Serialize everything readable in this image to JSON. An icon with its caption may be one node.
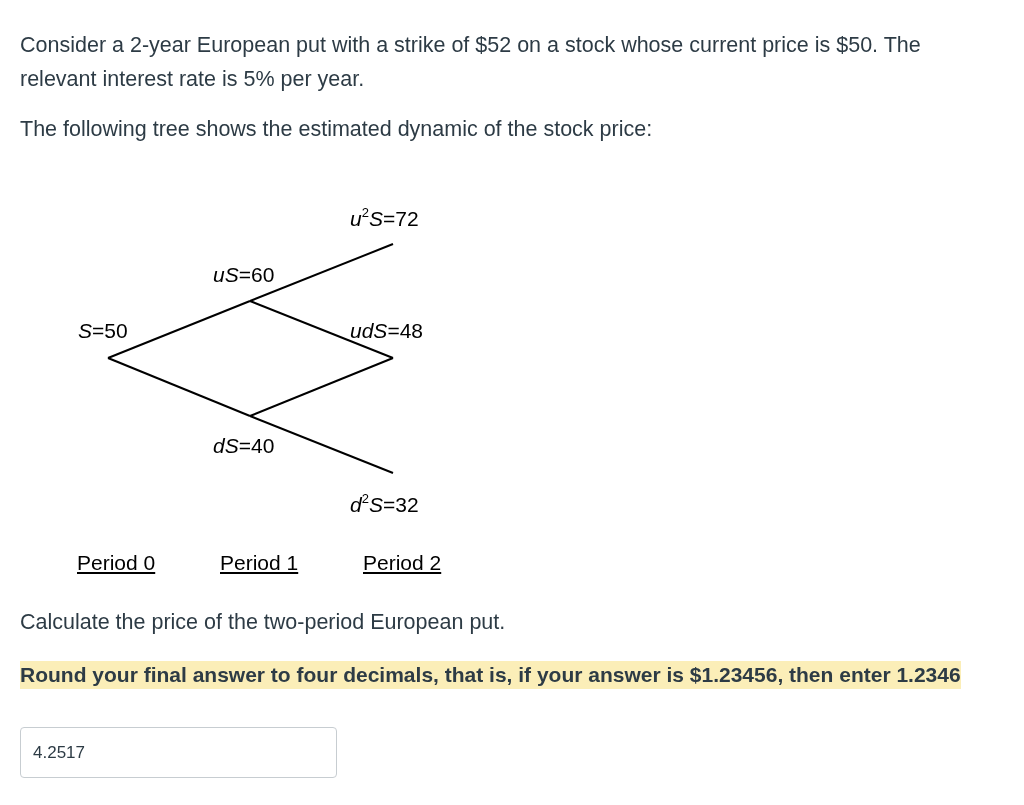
{
  "diagram": {
    "nodes": [
      {
        "text": [
          "*S*=50"
        ]
      },
      {
        "text": [
          "*uS*=60"
        ]
      },
      {
        "text": [
          "*dS*=40"
        ]
      },
      {
        "text": [
          "*u*$^{2}$*S*=72"
        ]
      },
      {
        "text": [
          "*udS*=48"
        ]
      },
      {
        "text": [
          "*d*$^{2}$*S*=32"
        ]
      }
    ],
    "edges": [
      {
        "from": 0,
        "to": 1,
        "arrow": "none"
      },
      {
        "from": 0,
        "to": 2,
        "arrow": "none"
      },
      {
        "from": 1,
        "to": 3,
        "arrow": "none"
      },
      {
        "from": 1,
        "to": 4,
        "arrow": "none"
      },
      {
        "from": 2,
        "to": 4,
        "arrow": "none"
      },
      {
        "from": 2,
        "to": 5,
        "arrow": "none"
      }
    ],
    "labels": [
      "Consider a 2-year European put with a strike of $52 on a stock whose current price is $50. The relevant interest rate is 5% per year.",
      "The following tree shows the estimated dynamic of the stock price:",
      "Period 0",
      "Period 1",
      "Period 2",
      "Calculate the price of the two-period European put.",
      "Round your final answer to four decimals, that is, if your answer is $1.23456, then enter 1.2346",
      "4.2517"
    ]
  }
}
